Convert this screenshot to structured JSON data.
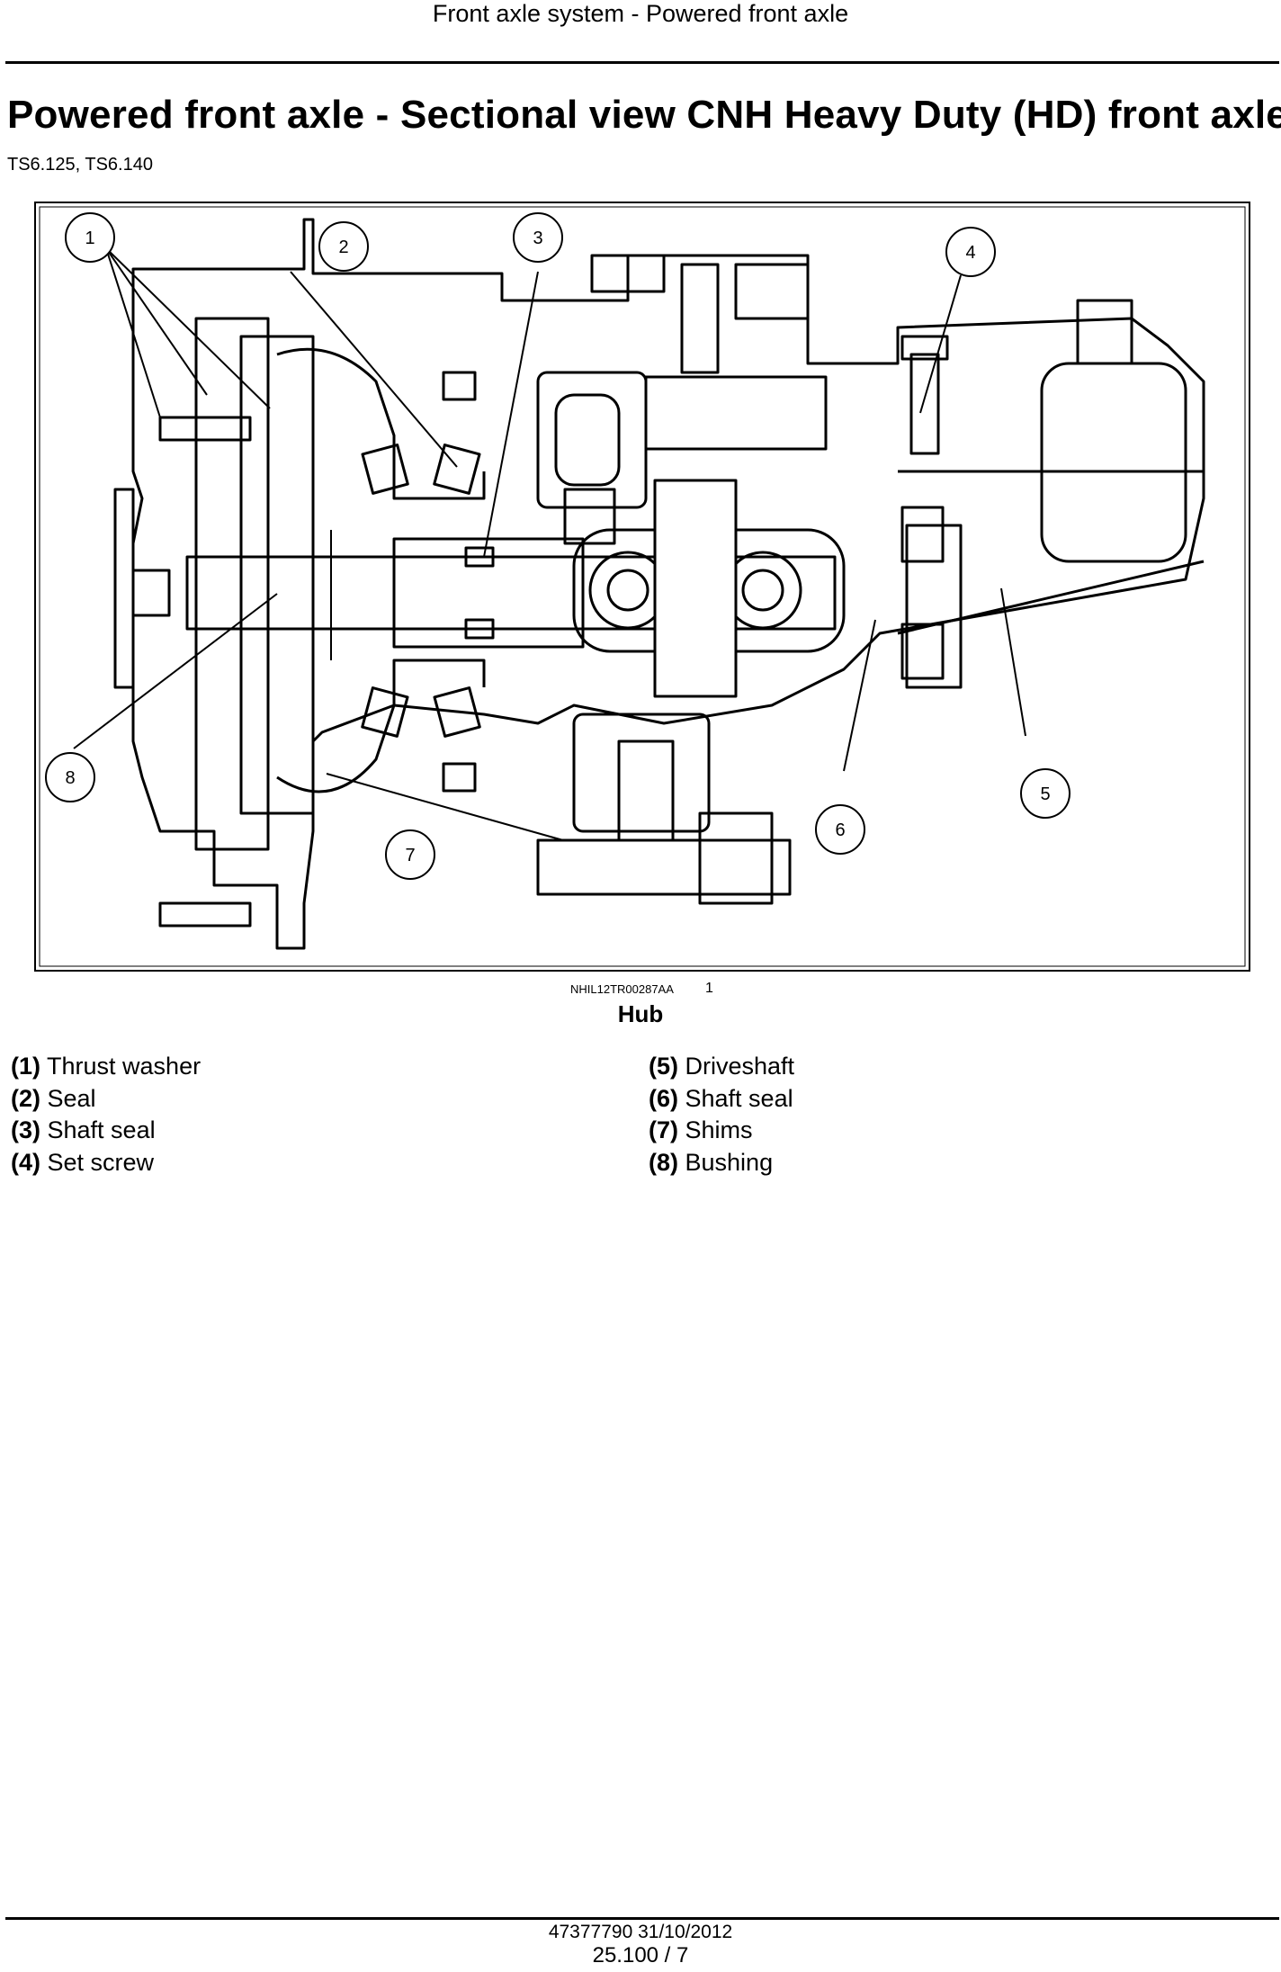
{
  "header": {
    "section": "Front axle system - Powered front axle"
  },
  "title": "Powered front axle - Sectional view CNH Heavy Duty (HD) front axle",
  "models": "TS6.125, TS6.140",
  "figure": {
    "callouts": [
      "1",
      "2",
      "3",
      "4",
      "5",
      "6",
      "7",
      "8"
    ],
    "image_id": "NHIL12TR00287AA",
    "number": "1",
    "caption": "Hub"
  },
  "legend": {
    "left": [
      {
        "num": "(1)",
        "label": "Thrust washer"
      },
      {
        "num": "(2)",
        "label": "Seal"
      },
      {
        "num": "(3)",
        "label": "Shaft seal"
      },
      {
        "num": "(4)",
        "label": "Set screw"
      }
    ],
    "right": [
      {
        "num": "(5)",
        "label": "Driveshaft"
      },
      {
        "num": "(6)",
        "label": "Shaft seal"
      },
      {
        "num": "(7)",
        "label": "Shims"
      },
      {
        "num": "(8)",
        "label": "Bushing"
      }
    ]
  },
  "footer": {
    "doc": "47377790 31/10/2012",
    "page": "25.100 / 7"
  }
}
